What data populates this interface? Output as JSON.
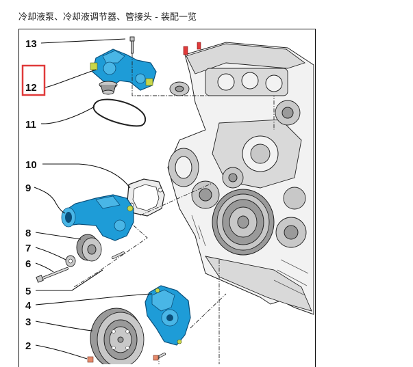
{
  "title": "冷却液泵、冷却液调节器、管接头 - 装配一览",
  "callouts": [
    "13",
    "12",
    "11",
    "10",
    "9",
    "8",
    "7",
    "6",
    "5",
    "4",
    "3",
    "2"
  ],
  "colors": {
    "component_blue": "#1e9cd7",
    "highlight_red": "#e03a3a",
    "engine_gray": "#f2f2f2"
  }
}
